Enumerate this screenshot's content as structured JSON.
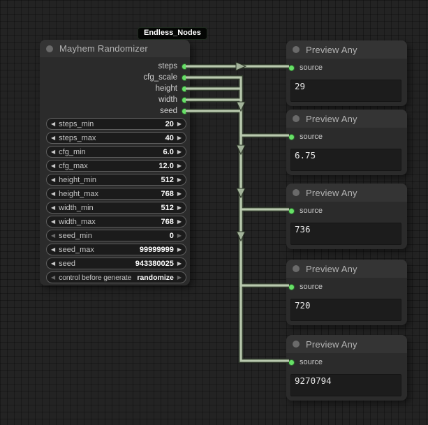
{
  "graph_badge": {
    "label": "Endless_Nodes"
  },
  "randomizer_node": {
    "title": "Mayhem Randomizer",
    "outputs": [
      {
        "label": "steps"
      },
      {
        "label": "cfg_scale"
      },
      {
        "label": "height"
      },
      {
        "label": "width"
      },
      {
        "label": "seed"
      }
    ],
    "widgets": [
      {
        "label": "steps_min",
        "value": "20"
      },
      {
        "label": "steps_max",
        "value": "40"
      },
      {
        "label": "cfg_min",
        "value": "6.0"
      },
      {
        "label": "cfg_max",
        "value": "12.0"
      },
      {
        "label": "height_min",
        "value": "512"
      },
      {
        "label": "height_max",
        "value": "768"
      },
      {
        "label": "width_min",
        "value": "512"
      },
      {
        "label": "width_max",
        "value": "768"
      },
      {
        "label": "seed_min",
        "value": "0"
      },
      {
        "label": "seed_max",
        "value": "99999999"
      },
      {
        "label": "seed",
        "value": "943380025"
      },
      {
        "label": "control before generate",
        "value": "randomize"
      }
    ]
  },
  "preview_nodes": [
    {
      "title": "Preview Any",
      "input_label": "source",
      "value": "29"
    },
    {
      "title": "Preview Any",
      "input_label": "source",
      "value": "6.75"
    },
    {
      "title": "Preview Any",
      "input_label": "source",
      "value": "736"
    },
    {
      "title": "Preview Any",
      "input_label": "source",
      "value": "720"
    },
    {
      "title": "Preview Any",
      "input_label": "source",
      "value": "9270794"
    }
  ],
  "colors": {
    "background": "#232323",
    "node_body": "#2b2b2b",
    "node_header": "#343434",
    "slot_dot": "#67e067",
    "wire": "#b9c9ae",
    "badge_bg": "#040604"
  }
}
